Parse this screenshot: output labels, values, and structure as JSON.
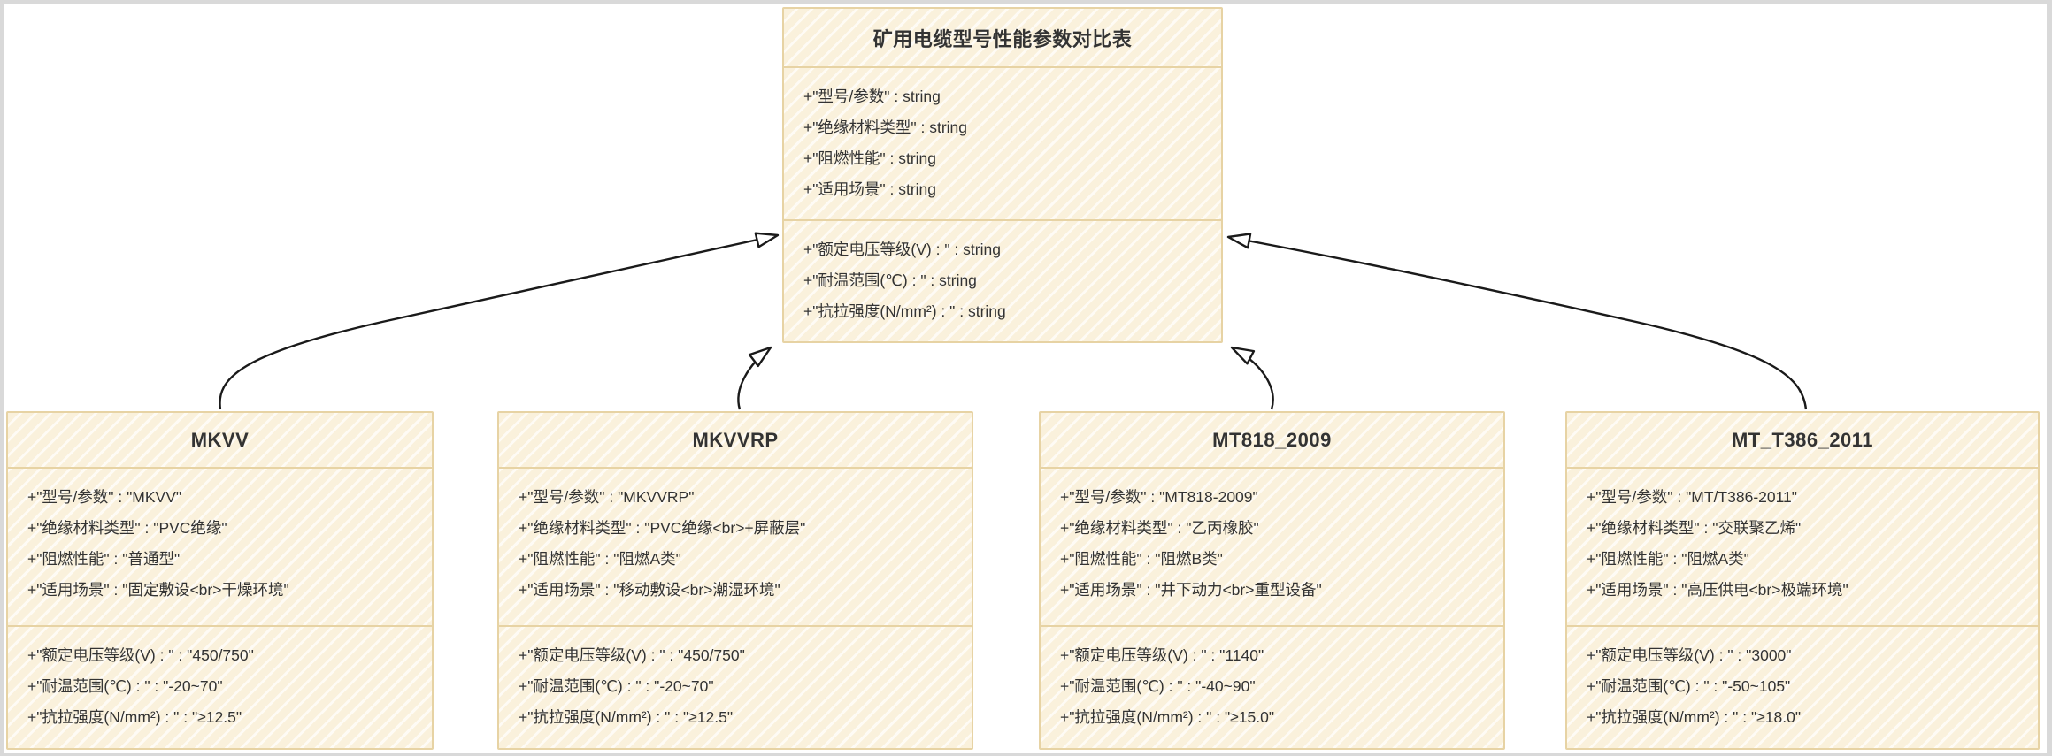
{
  "diagram": {
    "kind": "uml-class-diagram",
    "parent": {
      "title": "矿用电缆型号性能参数对比表",
      "fields": [
        "+\"型号/参数\" : string",
        "+\"绝缘材料类型\" : string",
        "+\"阻燃性能\" : string",
        "+\"适用场景\" : string"
      ],
      "params": [
        "+\"额定电压等级(V) : \" : string",
        "+\"耐温范围(℃) : \" : string",
        "+\"抗拉强度(N/mm²) : \" : string"
      ]
    },
    "classes": [
      {
        "title": "MKVV",
        "fields": [
          "+\"型号/参数\" : \"MKVV\"",
          "+\"绝缘材料类型\" : \"PVC绝缘\"",
          "+\"阻燃性能\" : \"普通型\"",
          "+\"适用场景\" : \"固定敷设<br>干燥环境\""
        ],
        "params": [
          "+\"额定电压等级(V) : \" : \"450/750\"",
          "+\"耐温范围(℃) : \" : \"-20~70\"",
          "+\"抗拉强度(N/mm²) : \" : \"≥12.5\""
        ]
      },
      {
        "title": "MKVVRP",
        "fields": [
          "+\"型号/参数\" : \"MKVVRP\"",
          "+\"绝缘材料类型\" : \"PVC绝缘<br>+屏蔽层\"",
          "+\"阻燃性能\" : \"阻燃A类\"",
          "+\"适用场景\" : \"移动敷设<br>潮湿环境\""
        ],
        "params": [
          "+\"额定电压等级(V) : \" : \"450/750\"",
          "+\"耐温范围(℃) : \" : \"-20~70\"",
          "+\"抗拉强度(N/mm²) : \" : \"≥12.5\""
        ]
      },
      {
        "title": "MT818_2009",
        "fields": [
          "+\"型号/参数\" : \"MT818-2009\"",
          "+\"绝缘材料类型\" : \"乙丙橡胶\"",
          "+\"阻燃性能\" : \"阻燃B类\"",
          "+\"适用场景\" : \"井下动力<br>重型设备\""
        ],
        "params": [
          "+\"额定电压等级(V) : \" : \"1140\"",
          "+\"耐温范围(℃) : \" : \"-40~90\"",
          "+\"抗拉强度(N/mm²) : \" : \"≥15.0\""
        ]
      },
      {
        "title": "MT_T386_2011",
        "fields": [
          "+\"型号/参数\" : \"MT/T386-2011\"",
          "+\"绝缘材料类型\" : \"交联聚乙烯\"",
          "+\"阻燃性能\" : \"阻燃A类\"",
          "+\"适用场景\" : \"高压供电<br>极端环境\""
        ],
        "params": [
          "+\"额定电压等级(V) : \" : \"3000\"",
          "+\"耐温范围(℃) : \" : \"-50~105\"",
          "+\"抗拉强度(N/mm²) : \" : \"≥18.0\""
        ]
      }
    ],
    "relations": [
      {
        "from": "MKVV",
        "to": "矿用电缆型号性能参数对比表",
        "type": "inheritance"
      },
      {
        "from": "MKVVRP",
        "to": "矿用电缆型号性能参数对比表",
        "type": "inheritance"
      },
      {
        "from": "MT818_2009",
        "to": "矿用电缆型号性能参数对比表",
        "type": "inheritance"
      },
      {
        "from": "MT_T386_2011",
        "to": "矿用电缆型号性能参数对比表",
        "type": "inheritance"
      }
    ],
    "colors": {
      "box_fill": "#faf1dc",
      "box_border": "#e7d3a4",
      "text": "#333333",
      "arrow": "#1a1a1a",
      "frame": "#d9d9d9",
      "canvas": "#ffffff"
    }
  }
}
